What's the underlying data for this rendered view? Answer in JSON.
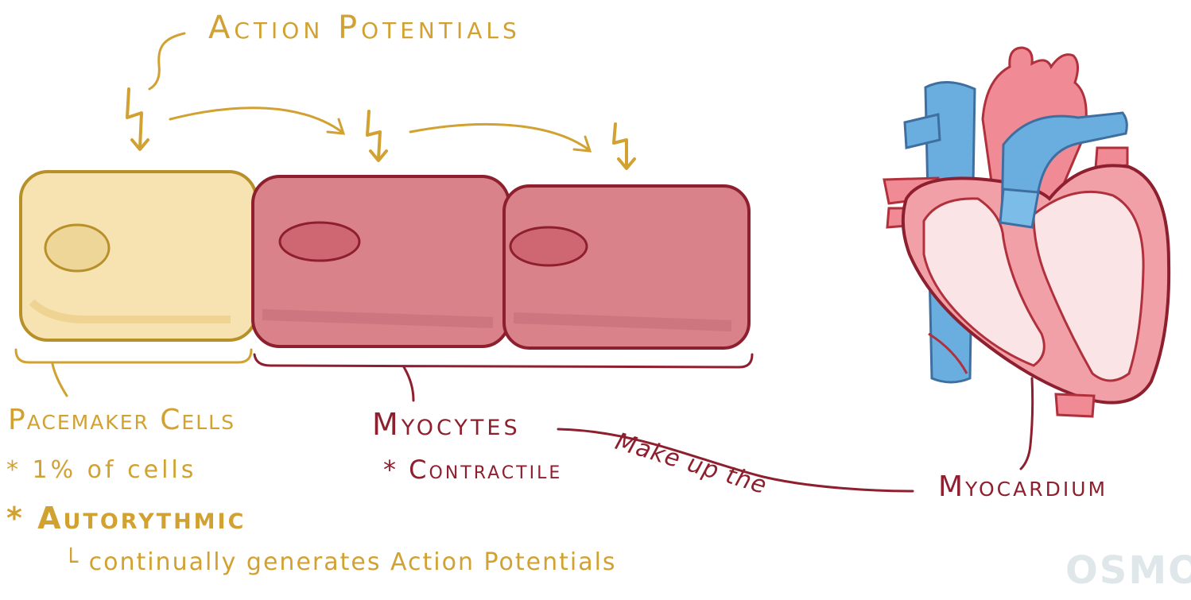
{
  "title": "Action Potentials",
  "pacemaker": {
    "label": "Pacemaker Cells",
    "bullet1": "* 1% of cells",
    "bullet2": "* Autorythmic",
    "sub": "└ continually generates Action Potentials"
  },
  "myocytes": {
    "label": "Myocytes",
    "bullet1": "* Contractile"
  },
  "connector_text": "Make up the",
  "myocardium_label": "Myocardium",
  "logo": "OSMO",
  "colors": {
    "gold": "#d1a232",
    "pacemaker_fill": "#f7e3b1",
    "myocyte_fill": "#d9828a",
    "dark_red": "#8e1f2e",
    "vessel_blue": "#6aaee0",
    "heart_pink": "#f2a0a8"
  },
  "icons": [
    "lightning-bolt-icon",
    "curved-arrow-icon",
    "heart-illustration"
  ]
}
